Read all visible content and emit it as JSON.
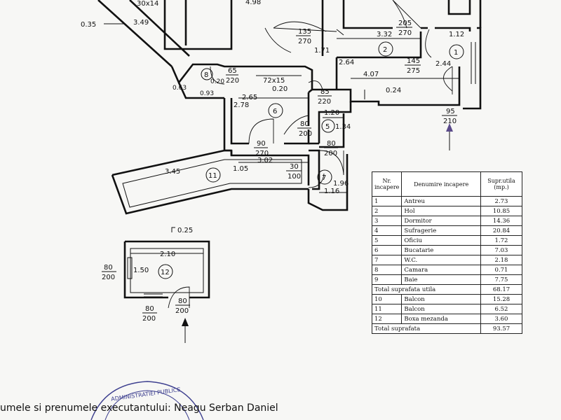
{
  "dims": {
    "d030x14": "30x14",
    "d498": "4.98",
    "d035": "0.35",
    "d349": "3.49",
    "d135": "135",
    "d270a": "270",
    "d332": "3.32",
    "d205": "205",
    "d270b": "270",
    "d112": "1.12",
    "d171": "1.71",
    "d264": "2.64",
    "d145": "145",
    "d275": "275",
    "d244": "2.44",
    "d407": "4.07",
    "d024": "0.24",
    "d065": "65",
    "d220a": "220",
    "d72x15": "72x15",
    "d020": "0.20",
    "d063": "0.63",
    "d093": "0.93",
    "d020b": "0.20",
    "d265": "2.65",
    "d85": "85",
    "d220b": "220",
    "d278": "2.78",
    "d120": "1.20",
    "d80a": "80",
    "d200a": "200",
    "d134": "1.34",
    "d95": "95",
    "d210": "210",
    "d90": "90",
    "d270c": "270",
    "d80b": "80",
    "d200b": "200",
    "d345": "3.45",
    "d105": "1.05",
    "d302": "3.02",
    "d30": "30",
    "d100": "100",
    "d196": "1.96",
    "d116": "1.16",
    "d025": "0.25",
    "d210b": "2.10",
    "d150": "1.50",
    "d80c": "80",
    "d200c": "200",
    "d80d": "80",
    "d200d": "200",
    "d80e": "80",
    "d200e": "200"
  },
  "room_numbers": [
    "1",
    "2",
    "6",
    "5",
    "7",
    "8",
    "11",
    "12"
  ],
  "table": {
    "header": {
      "nr": "Nr. incapere",
      "name": "Denumire incapere",
      "area": "Supr.utila (mp.)"
    },
    "rows": [
      {
        "nr": "1",
        "name": "Antreu",
        "area": "2.73"
      },
      {
        "nr": "2",
        "name": "Hol",
        "area": "10.85"
      },
      {
        "nr": "3",
        "name": "Dormitor",
        "area": "14.36"
      },
      {
        "nr": "4",
        "name": "Sufragerie",
        "area": "20.84"
      },
      {
        "nr": "5",
        "name": "Oficiu",
        "area": "1.72"
      },
      {
        "nr": "6",
        "name": "Bucatarie",
        "area": "7.03"
      },
      {
        "nr": "7",
        "name": "W.C.",
        "area": "2.18"
      },
      {
        "nr": "8",
        "name": "Camara",
        "area": "0.71"
      },
      {
        "nr": "9",
        "name": "Baie",
        "area": "7.75"
      }
    ],
    "subtotal": {
      "label": "Total suprafata utila",
      "value": "68.17"
    },
    "rows2": [
      {
        "nr": "10",
        "name": "Balcon",
        "area": "15.28"
      },
      {
        "nr": "11",
        "name": "Balcon",
        "area": "6.52"
      },
      {
        "nr": "12",
        "name": "Boxa mezanda",
        "area": "3.60"
      }
    ],
    "total": {
      "label": "Total suprafata",
      "value": "93.57"
    }
  },
  "footer": "umele si prenumele executantului: Neagu Serban Daniel",
  "stamp_text": "ADMINISTRATIEI PUBLICE"
}
